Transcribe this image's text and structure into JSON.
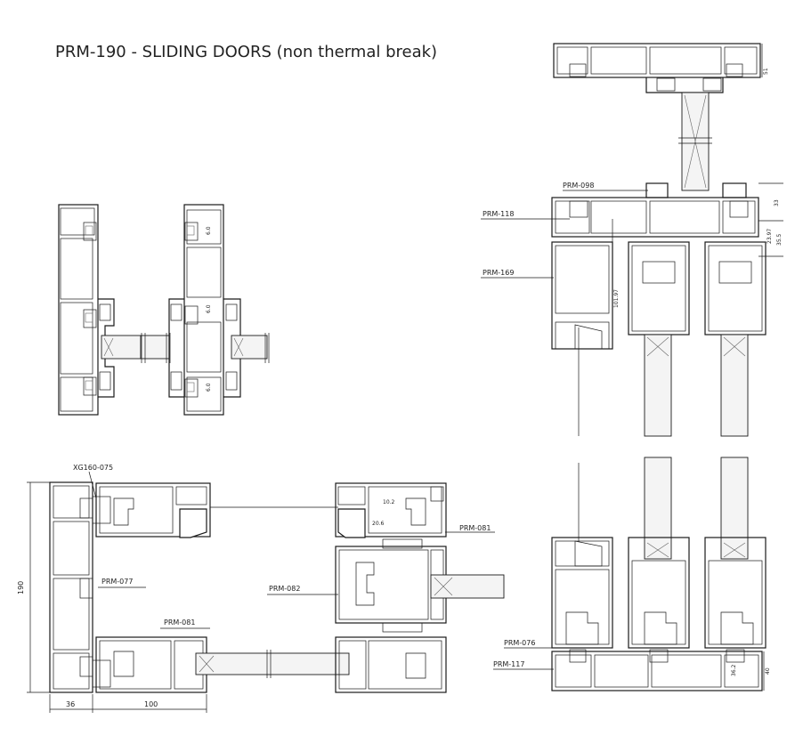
{
  "title": "PRM-190 - SLIDING DOORS (non thermal break)",
  "labels": {
    "prm098": "PRM-098",
    "prm118": "PRM-118",
    "prm169": "PRM-169",
    "xg160": "XG160-075",
    "prm081_right": "PRM-081",
    "prm077": "PRM-077",
    "prm082": "PRM-082",
    "prm081_bottom": "PRM-081",
    "prm076": "PRM-076",
    "prm117": "PRM-117"
  },
  "dimensions": {
    "top_51": "51",
    "d33": "33",
    "d2397": "23.97",
    "d355": "35.5",
    "d10197": "101.97",
    "d190": "190",
    "d36": "36",
    "d100": "100",
    "d102": "10.2",
    "d206": "20.6",
    "d40": "40",
    "d362": "36.2",
    "d60a": "6.0",
    "d60b": "6.0",
    "d60c": "6.0"
  }
}
